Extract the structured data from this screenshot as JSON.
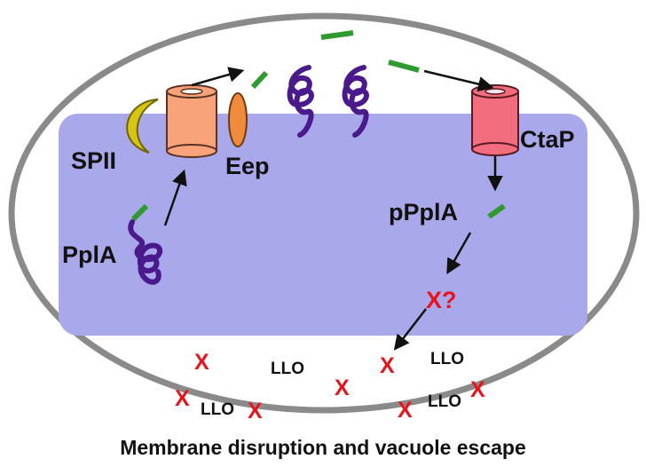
{
  "colors": {
    "outer_membrane": "#8a8a8a",
    "cell_body": "#a9a8ea",
    "peptide": "#2f9a2f",
    "protein_coil": "#4a1a8c",
    "arrow": "#111111",
    "spii": "#d8c414",
    "translocon": "#f8a37a",
    "eep": "#f08a3c",
    "ctap": "#f26d7e",
    "x_mark": "#e8141b"
  },
  "labels": {
    "spii": "SPII",
    "eep": "Eep",
    "ppla": "PplA",
    "ctap": "CtaP",
    "pppla": "pPplA",
    "unknown": "X?"
  },
  "llo": [
    "LLO",
    "LLO",
    "LLO",
    "LLO"
  ],
  "x_marks": [
    "X",
    "X",
    "X",
    "X",
    "X",
    "X",
    "X"
  ],
  "caption": "Membrane disruption and vacuole escape",
  "icons": [
    "spii-crescent-icon",
    "translocon-cylinder-icon",
    "eep-ellipse-icon",
    "ctap-cylinder-icon",
    "protein-coil-icon",
    "peptide-bar-icon"
  ]
}
